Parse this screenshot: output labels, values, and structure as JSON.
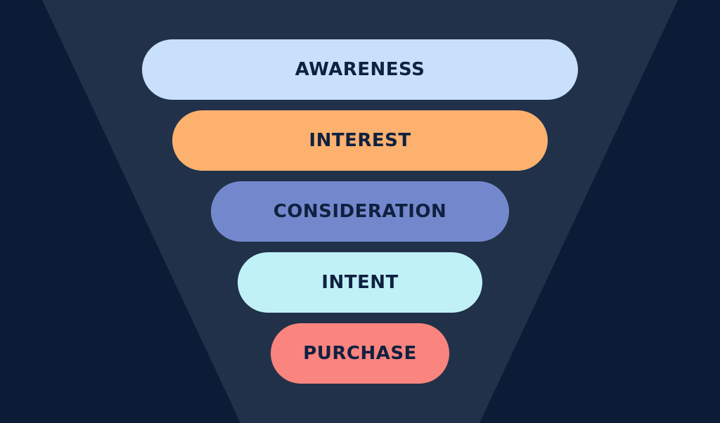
{
  "funnel": {
    "stages": [
      {
        "label": "AWARENESS",
        "color": "#c8e0fc"
      },
      {
        "label": "INTEREST",
        "color": "#fcb16f"
      },
      {
        "label": "CONSIDERATION",
        "color": "#7388cc"
      },
      {
        "label": "INTENT",
        "color": "#c0f1f6"
      },
      {
        "label": "PURCHASE",
        "color": "#fa847e"
      }
    ],
    "colors": {
      "background": "#0b1c36",
      "funnel_shape": "#213149",
      "label_text": "#0f2140"
    }
  }
}
